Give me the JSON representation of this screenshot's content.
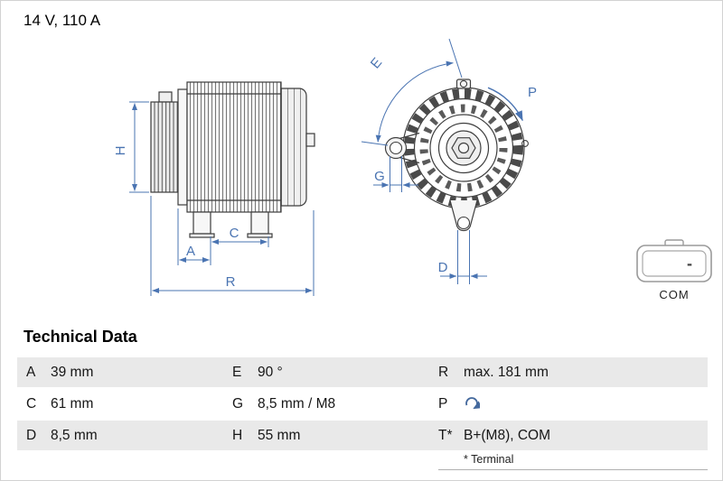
{
  "header": {
    "rating": "14 V, 110 A"
  },
  "drawing": {
    "dim_labels": {
      "H": "H",
      "A": "A",
      "C": "C",
      "R": "R",
      "E": "E",
      "P": "P",
      "G": "G",
      "D": "D"
    },
    "connector": {
      "pin_label": "-",
      "caption": "COM"
    }
  },
  "table": {
    "title": "Technical Data",
    "rows": [
      {
        "cells": [
          {
            "key": "A",
            "value": "39 mm"
          },
          {
            "key": "E",
            "value": "90 °"
          },
          {
            "key": "R",
            "value": "max. 181 mm"
          }
        ]
      },
      {
        "cells": [
          {
            "key": "C",
            "value": "61 mm"
          },
          {
            "key": "G",
            "value": "8,5 mm / M8"
          },
          {
            "key": "P",
            "value": "",
            "icon": "rotation-cw-icon"
          }
        ]
      },
      {
        "cells": [
          {
            "key": "D",
            "value": "8,5 mm"
          },
          {
            "key": "H",
            "value": "55 mm"
          },
          {
            "key": "T*",
            "value": "B+(M8), COM"
          }
        ]
      }
    ],
    "footnote": "* Terminal"
  },
  "colors": {
    "dimension_blue": "#4a74b2",
    "drawing_line": "#3c3c3c",
    "row_shade": "#e9e9e9"
  }
}
